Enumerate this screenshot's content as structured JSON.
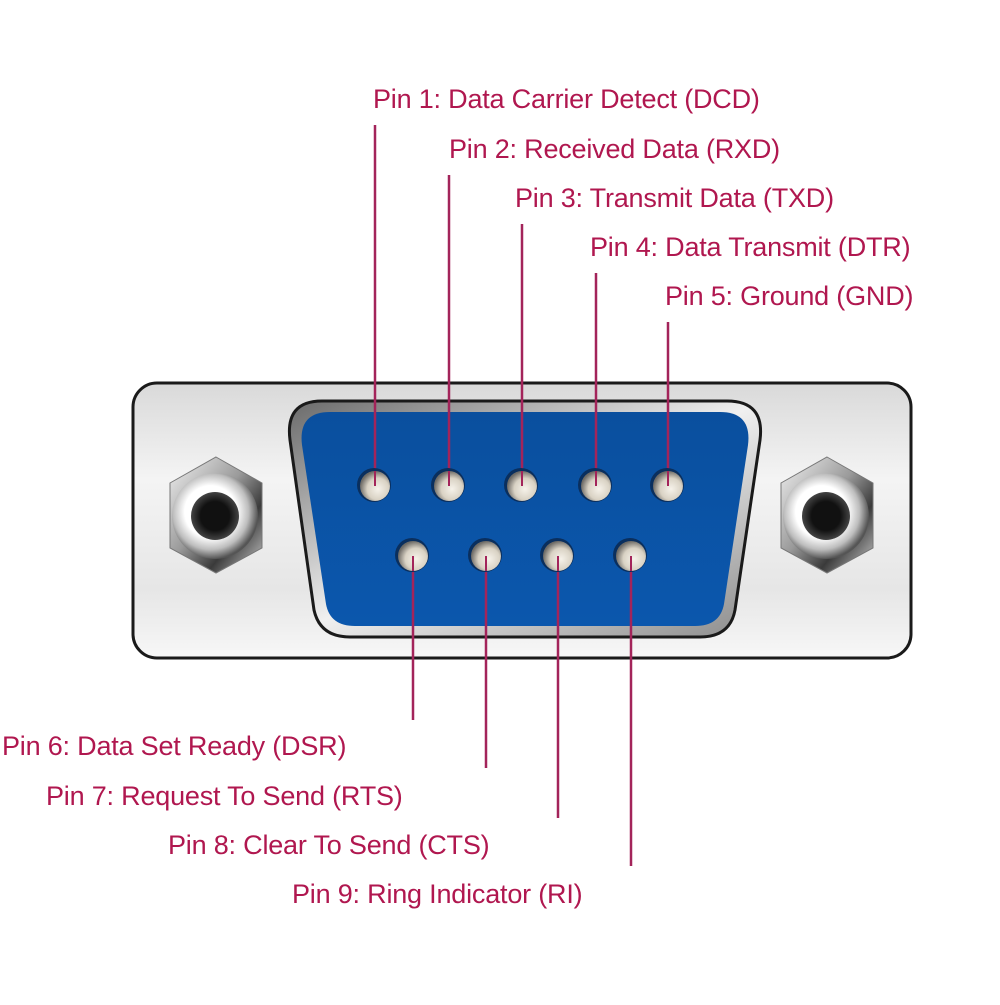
{
  "title": "DB9 Serial Connector Pinout",
  "colors": {
    "label": "#b0174f",
    "leader": "#a3245a",
    "insert": "#0b55a8",
    "shell": "#e9e9e9",
    "outline": "#1a1a1a"
  },
  "top_row": [
    {
      "pin": 1,
      "label": "Pin 1: Data Carrier Detect (DCD)"
    },
    {
      "pin": 2,
      "label": "Pin 2: Received Data (RXD)"
    },
    {
      "pin": 3,
      "label": "Pin 3: Transmit Data (TXD)"
    },
    {
      "pin": 4,
      "label": "Pin 4: Data Transmit (DTR)"
    },
    {
      "pin": 5,
      "label": "Pin 5: Ground (GND)"
    }
  ],
  "bottom_row": [
    {
      "pin": 6,
      "label": "Pin 6: Data Set Ready (DSR)"
    },
    {
      "pin": 7,
      "label": "Pin 7: Request To Send (RTS)"
    },
    {
      "pin": 8,
      "label": "Pin 8: Clear To Send (CTS)"
    },
    {
      "pin": 9,
      "label": "Pin 9: Ring Indicator (RI)"
    }
  ]
}
